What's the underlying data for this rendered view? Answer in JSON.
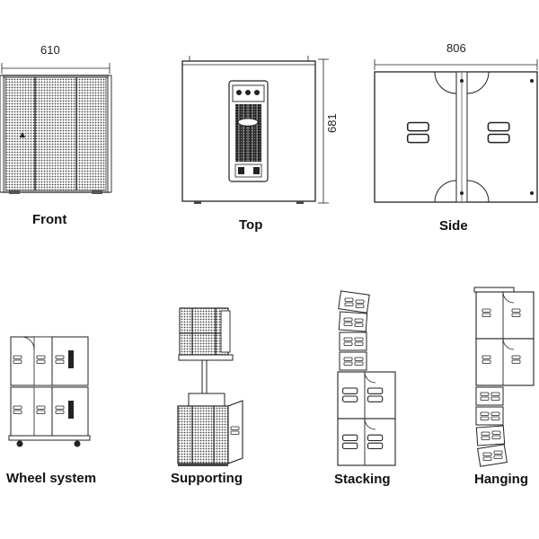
{
  "dimensions": {
    "front_width": "610",
    "side_width": "806",
    "height": "681"
  },
  "views": {
    "front": "Front",
    "top": "Top",
    "side": "Side"
  },
  "configurations": {
    "wheel": "Wheel system",
    "supporting": "Supporting",
    "stacking": "Stacking",
    "hanging": "Hanging"
  },
  "colors": {
    "line": "#222222",
    "fill_dark": "#1a1a1a",
    "fill_light": "#ffffff"
  }
}
